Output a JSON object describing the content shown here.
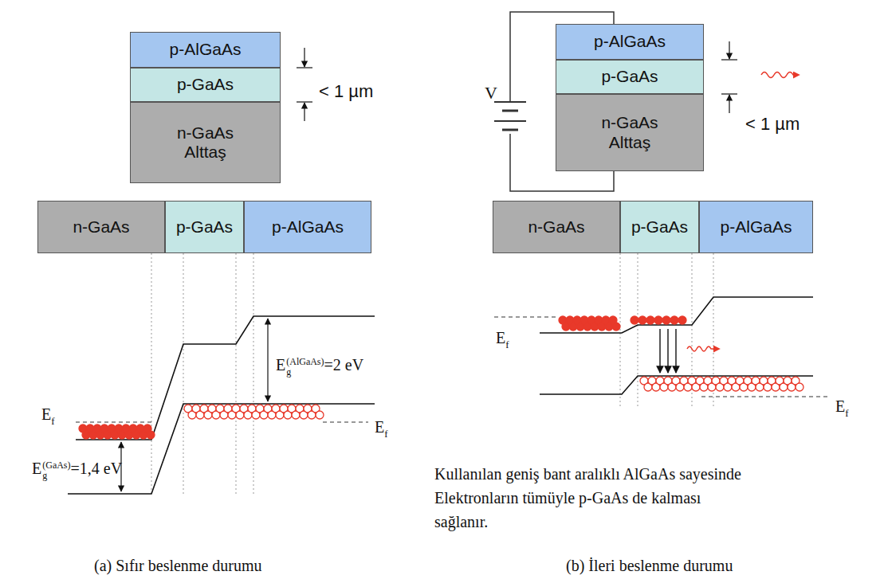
{
  "diagram": {
    "nodes": [
      {
        "text": [
          "p-AlGaAs"
        ]
      },
      {
        "text": [
          "p-GaAs"
        ]
      },
      {
        "text": [
          "n-GaAs Alttaş"
        ]
      },
      {
        "text": [
          "n-GaAs"
        ]
      },
      {
        "text": [
          "p-GaAs"
        ]
      },
      {
        "text": [
          "p-AlGaAs"
        ]
      },
      {
        "text": [
          "p-AlGaAs"
        ]
      },
      {
        "text": [
          "p-GaAs"
        ]
      },
      {
        "text": [
          "n-GaAs Alttaş"
        ]
      },
      {
        "text": [
          "n-GaAs"
        ]
      },
      {
        "text": [
          "p-GaAs"
        ]
      },
      {
        "text": [
          "p-AlGaAs"
        ]
      }
    ],
    "labels": [
      "< 1 µm",
      "E",
      "f",
      "E",
      "g",
      "(AlGaAs)",
      "=2 eV",
      "E",
      "g",
      "(GaAs)",
      "=1,4 eV",
      "E",
      "f",
      "(a) Sıfır beslenme durumu",
      "V",
      "< 1 µm",
      "E",
      "f",
      "E",
      "f",
      "Kullanılan geniş bant aralıklı AlGaAs sayesinde Elektronların tümüyle p-GaAs de kalması sağlanır.",
      "(b) İleri beslenme durumu"
    ]
  }
}
